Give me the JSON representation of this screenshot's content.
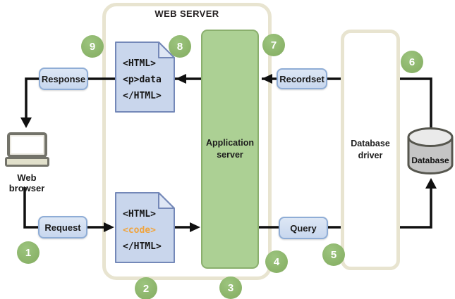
{
  "diagram": {
    "title": "WEB SERVER",
    "nodes": {
      "web_browser": {
        "label": "Web browser"
      },
      "application_server": {
        "label": "Application server"
      },
      "database_driver": {
        "label": "Database driver"
      },
      "database": {
        "label": "Database"
      }
    },
    "flow_labels": {
      "response": "Response",
      "request": "Request",
      "recordset": "Recordset",
      "query": "Query"
    },
    "documents": {
      "response_doc": {
        "line1": "<HTML>",
        "line2": "<p>data",
        "line3": "</HTML>"
      },
      "request_doc": {
        "line1": "<HTML>",
        "line2": "<code>",
        "line3": "</HTML>"
      }
    },
    "steps": [
      "1",
      "2",
      "3",
      "4",
      "5",
      "6",
      "7",
      "8",
      "9"
    ],
    "colors": {
      "container_border": "#e8e4d0",
      "app_server_fill": "#acd094",
      "app_server_border": "#8aaf6d",
      "flow_box_fill": "#d3dff1",
      "flow_box_border": "#8fadd6",
      "document_fill": "#c9d6ec",
      "document_border": "#7488b8",
      "document_fold_fill": "#dfe7f5",
      "step_circle_green": "#8db76b",
      "code_orange": "#f0a43e",
      "db_body_gray": "#c5c5c5",
      "db_top_gray": "#eaeaea",
      "db_border": "#56564e",
      "laptop_frame": "#73736a",
      "laptop_base": "#e1e0cb",
      "line_black": "#101010"
    }
  }
}
